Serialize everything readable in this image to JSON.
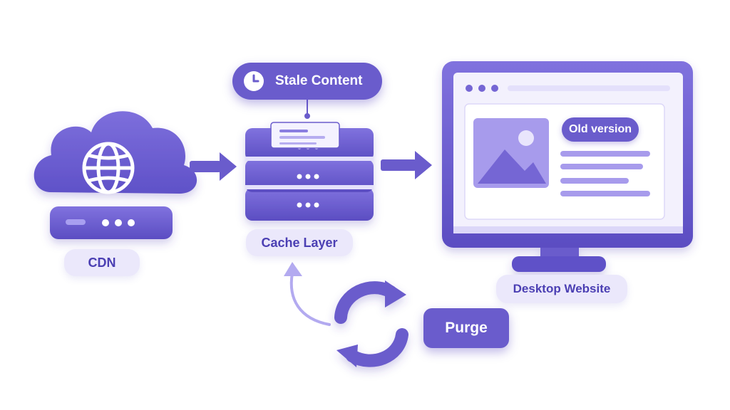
{
  "labels": {
    "cdn": "CDN",
    "cache_layer": "Cache Layer",
    "desktop_website": "Desktop Website",
    "stale_content": "Stale Content",
    "old_version": "Old version",
    "purge": "Purge"
  },
  "icons": {
    "cdn": "globe-icon",
    "stale": "clock-icon",
    "purge": "refresh-cycle-icon",
    "image": "image-placeholder-icon"
  },
  "colors": {
    "primary": "#6a5ccc",
    "primary_dark": "#4b3fb3",
    "light": "#ebe8fb",
    "screen": "#f3f1fd"
  }
}
